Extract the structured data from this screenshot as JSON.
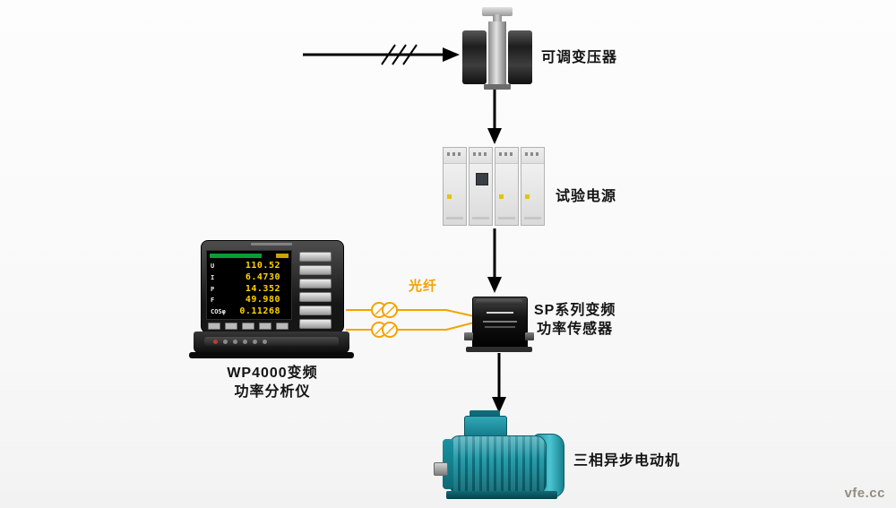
{
  "watermark": "vfe.cc",
  "labels": {
    "transformer": "可调变压器",
    "power_supply": "试验电源",
    "sensor_line1": "SP系列变频",
    "sensor_line2": "功率传感器",
    "motor": "三相异步电动机",
    "analyzer_line1": "WP4000变频",
    "analyzer_line2": "功率分析仪",
    "fiber": "光纤"
  },
  "analyzer_screen": {
    "rows": [
      {
        "label": "U",
        "value": "110.52"
      },
      {
        "label": "I",
        "value": "6.4730"
      },
      {
        "label": "P",
        "value": "14.352"
      },
      {
        "label": "F",
        "value": "49.980"
      },
      {
        "label": "COSφ",
        "value": "0.11268"
      }
    ]
  },
  "colors": {
    "fiber": "#F5A200",
    "arrow": "#000000",
    "motor_body": "#1E93A2"
  }
}
